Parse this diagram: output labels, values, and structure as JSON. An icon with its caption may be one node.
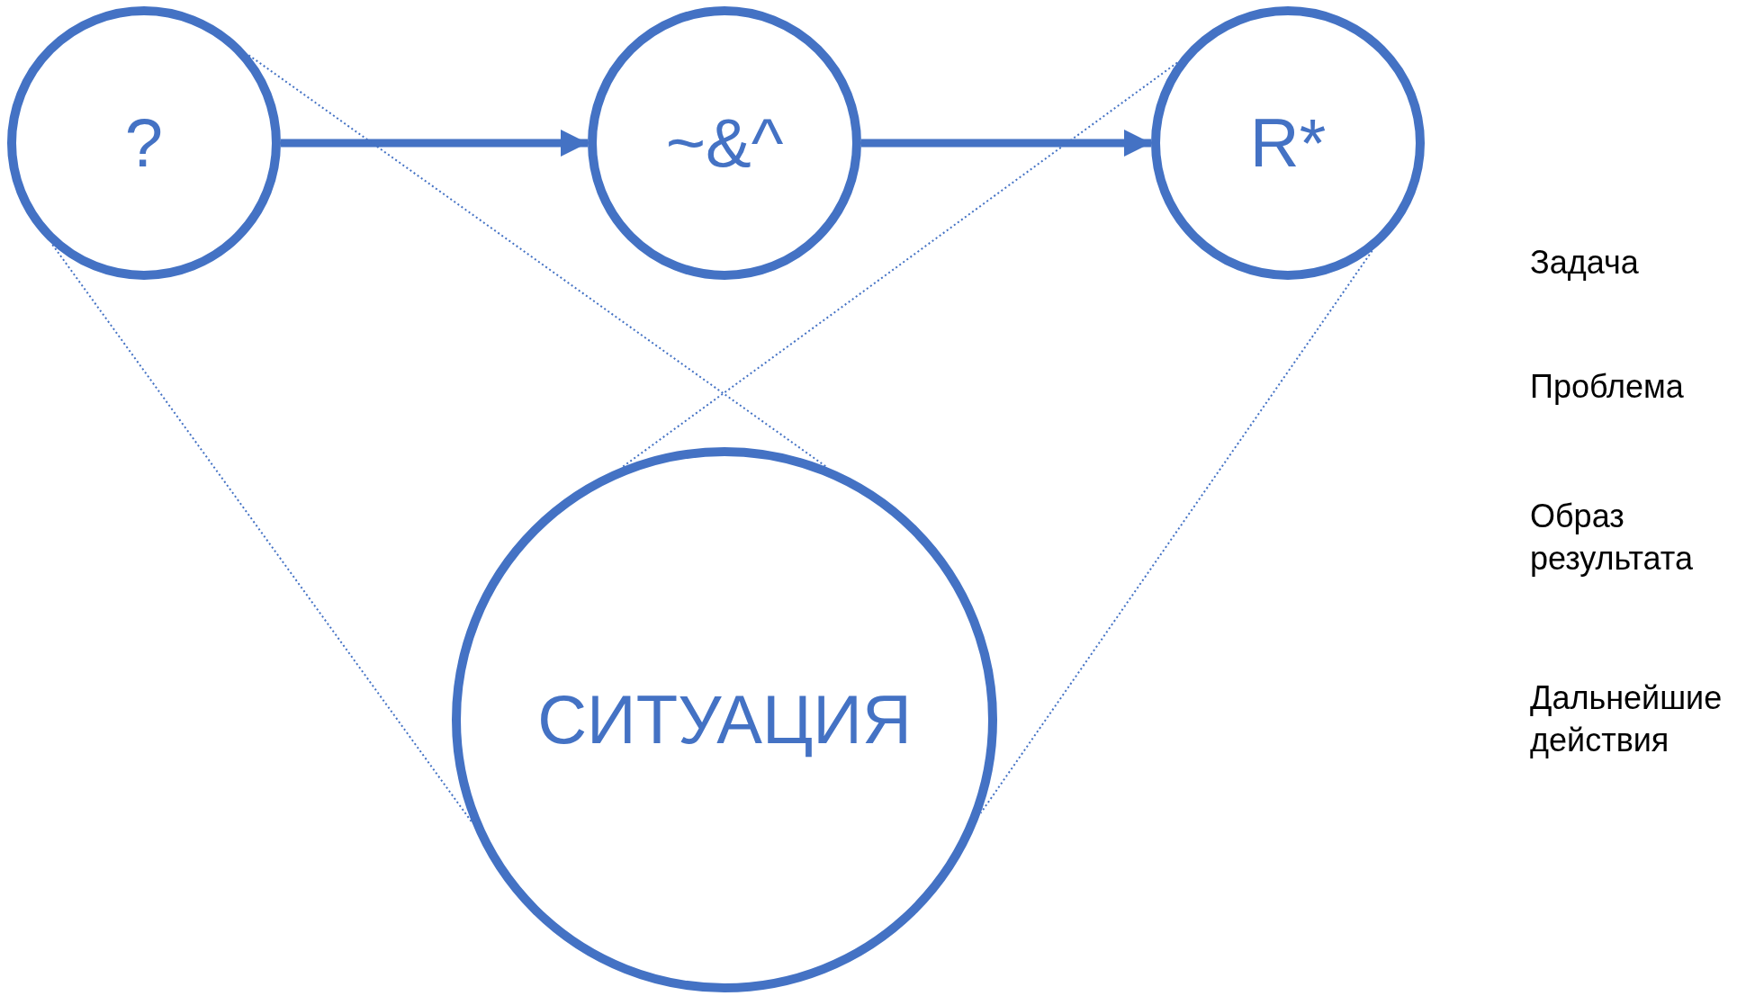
{
  "diagram": {
    "nodes": [
      {
        "text": [
          "?"
        ]
      },
      {
        "text": [
          "~&^"
        ]
      },
      {
        "text": [
          "R*"
        ]
      },
      {
        "text": [
          "СИТУАЦИЯ"
        ]
      }
    ],
    "edges": [
      {
        "from": 0,
        "to": 1,
        "arrow": "to",
        "style": "thick"
      },
      {
        "from": 1,
        "to": 2,
        "arrow": "to",
        "style": "thick"
      },
      {
        "from": 0,
        "to": 3,
        "arrow": "none",
        "style": "dashed"
      },
      {
        "from": 0,
        "to": 3,
        "arrow": "none",
        "style": "dashed"
      },
      {
        "from": 2,
        "to": 3,
        "arrow": "none",
        "style": "dashed"
      },
      {
        "from": 2,
        "to": 3,
        "arrow": "none",
        "style": "dashed"
      }
    ],
    "labels": [
      "Задача",
      "Проблема",
      "Образ результата",
      "Дальнейшие действия"
    ]
  }
}
